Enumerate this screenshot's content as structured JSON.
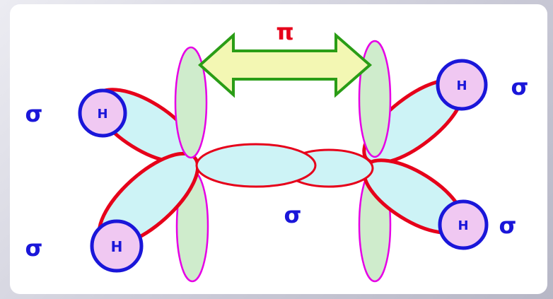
{
  "diagram": {
    "pi_label": "π",
    "sigma_label": "σ",
    "h_label": "H",
    "colors": {
      "bond_outline": "#e6001a",
      "lobe_fill": "#cdf3f6",
      "p_orbital_fill": "#cfeccc",
      "p_orbital_outline": "#e600e6",
      "arrow_fill": "#f3f7b3",
      "arrow_outline": "#2a9d16",
      "h_fill": "#f0c8f2",
      "h_outline": "#1a16d9",
      "h_text": "#1a16d9",
      "sigma_text": "#1a16d9",
      "pi_text": "#e6001a"
    }
  }
}
